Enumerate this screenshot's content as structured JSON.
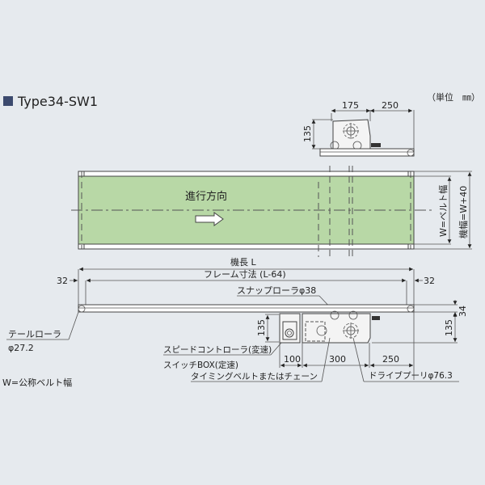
{
  "title": {
    "marker_color": "#3c4a6e",
    "label": "Type34-SW1"
  },
  "unit_note": "（単位　㎜）",
  "colors": {
    "background": "#e6eaee",
    "belt": "#b8d8a6",
    "frame": "#ffffff",
    "line": "#444444"
  },
  "side_view": {
    "dims": {
      "motor_width": "175",
      "extend": "250",
      "height": "135"
    }
  },
  "top_view": {
    "direction_label": "進行方向",
    "belt_width_label": "W=ベルト幅",
    "machine_width_label": "機幅=W+40"
  },
  "front_view": {
    "machine_length": "機長 L",
    "frame_length": "フレーム寸法 (L-64)",
    "left_offset": "32",
    "right_offset": "32",
    "snap_roller": "スナップローラφ38",
    "frame_height": "34",
    "left_box_height": "135",
    "right_drive_height": "135",
    "tail_roller_line1": "テールローラ",
    "tail_roller_line2": "φ27.2",
    "speed_controller": "スピードコントローラ(変速)",
    "switch_box": "スイッチBOX(定速)",
    "timing_belt": "タイミングベルトまたはチェーン",
    "drive_pulley": "ドライブプーリφ76.3",
    "dim_100": "100",
    "dim_300": "300",
    "dim_250": "250"
  },
  "footnote": "W=公称ベルト幅"
}
